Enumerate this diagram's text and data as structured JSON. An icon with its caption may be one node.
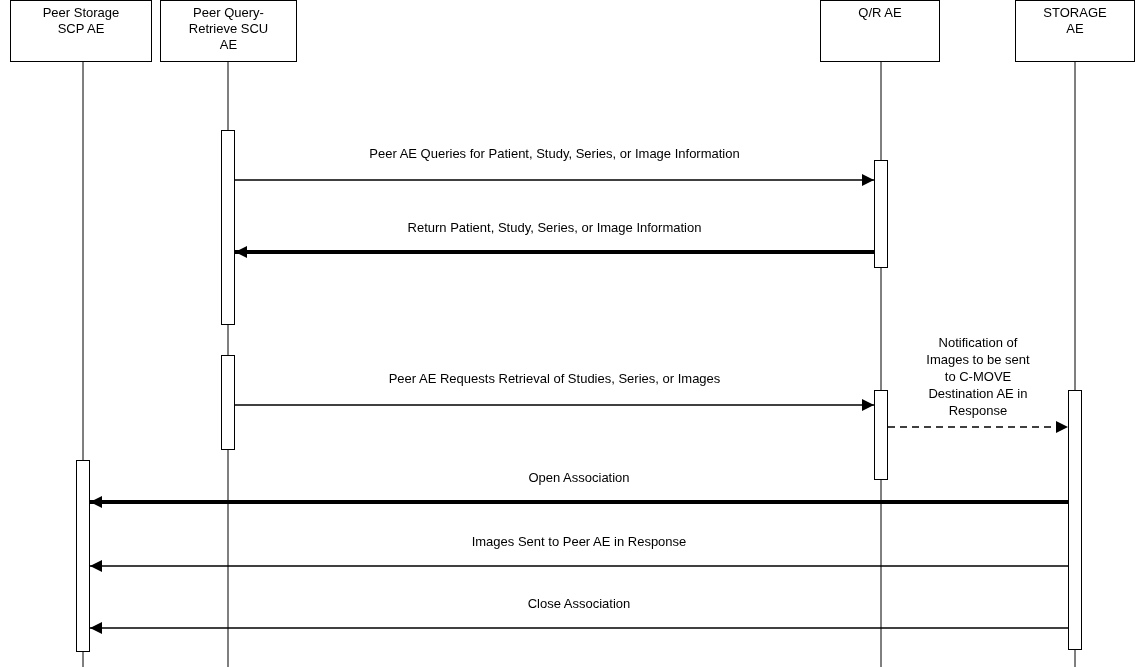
{
  "diagram": {
    "nodes": [
      {
        "text": [
          "Peer Storage SCP AE"
        ]
      },
      {
        "text": [
          "Peer Query-Retrieve SCU AE"
        ]
      },
      {
        "text": [
          "Q/R AE"
        ]
      },
      {
        "text": [
          "STORAGE AE"
        ]
      },
      {
        "text": [],
        "shape": "bar"
      },
      {
        "text": [],
        "shape": "bar"
      },
      {
        "text": [],
        "shape": "bar"
      },
      {
        "text": [],
        "shape": "bar"
      },
      {
        "text": [],
        "shape": "bar"
      },
      {
        "text": [],
        "shape": "bar"
      }
    ],
    "edges": [
      {
        "from": 4,
        "to": 5,
        "arrow": "to",
        "label": "Peer AE Queries for Patient, Study, Series, or Image Information"
      },
      {
        "from": 5,
        "to": 4,
        "arrow": "to",
        "label": "Return Patient, Study, Series, or Image Information",
        "style": "thick"
      },
      {
        "from": 6,
        "to": 7,
        "arrow": "to",
        "label": "Peer AE Requests Retrieval of Studies, Series, or Images"
      },
      {
        "from": 7,
        "to": 8,
        "arrow": "to",
        "label": "Notification of Images to be sent to C-MOVE Destination AE in Response",
        "style": "dashed"
      },
      {
        "from": 8,
        "to": 9,
        "arrow": "to",
        "label": "Open Association",
        "style": "thick"
      },
      {
        "from": 8,
        "to": 9,
        "arrow": "to",
        "label": "Images Sent to Peer AE in Response"
      },
      {
        "from": 8,
        "to": 9,
        "arrow": "to",
        "label": "Close Association"
      }
    ]
  }
}
